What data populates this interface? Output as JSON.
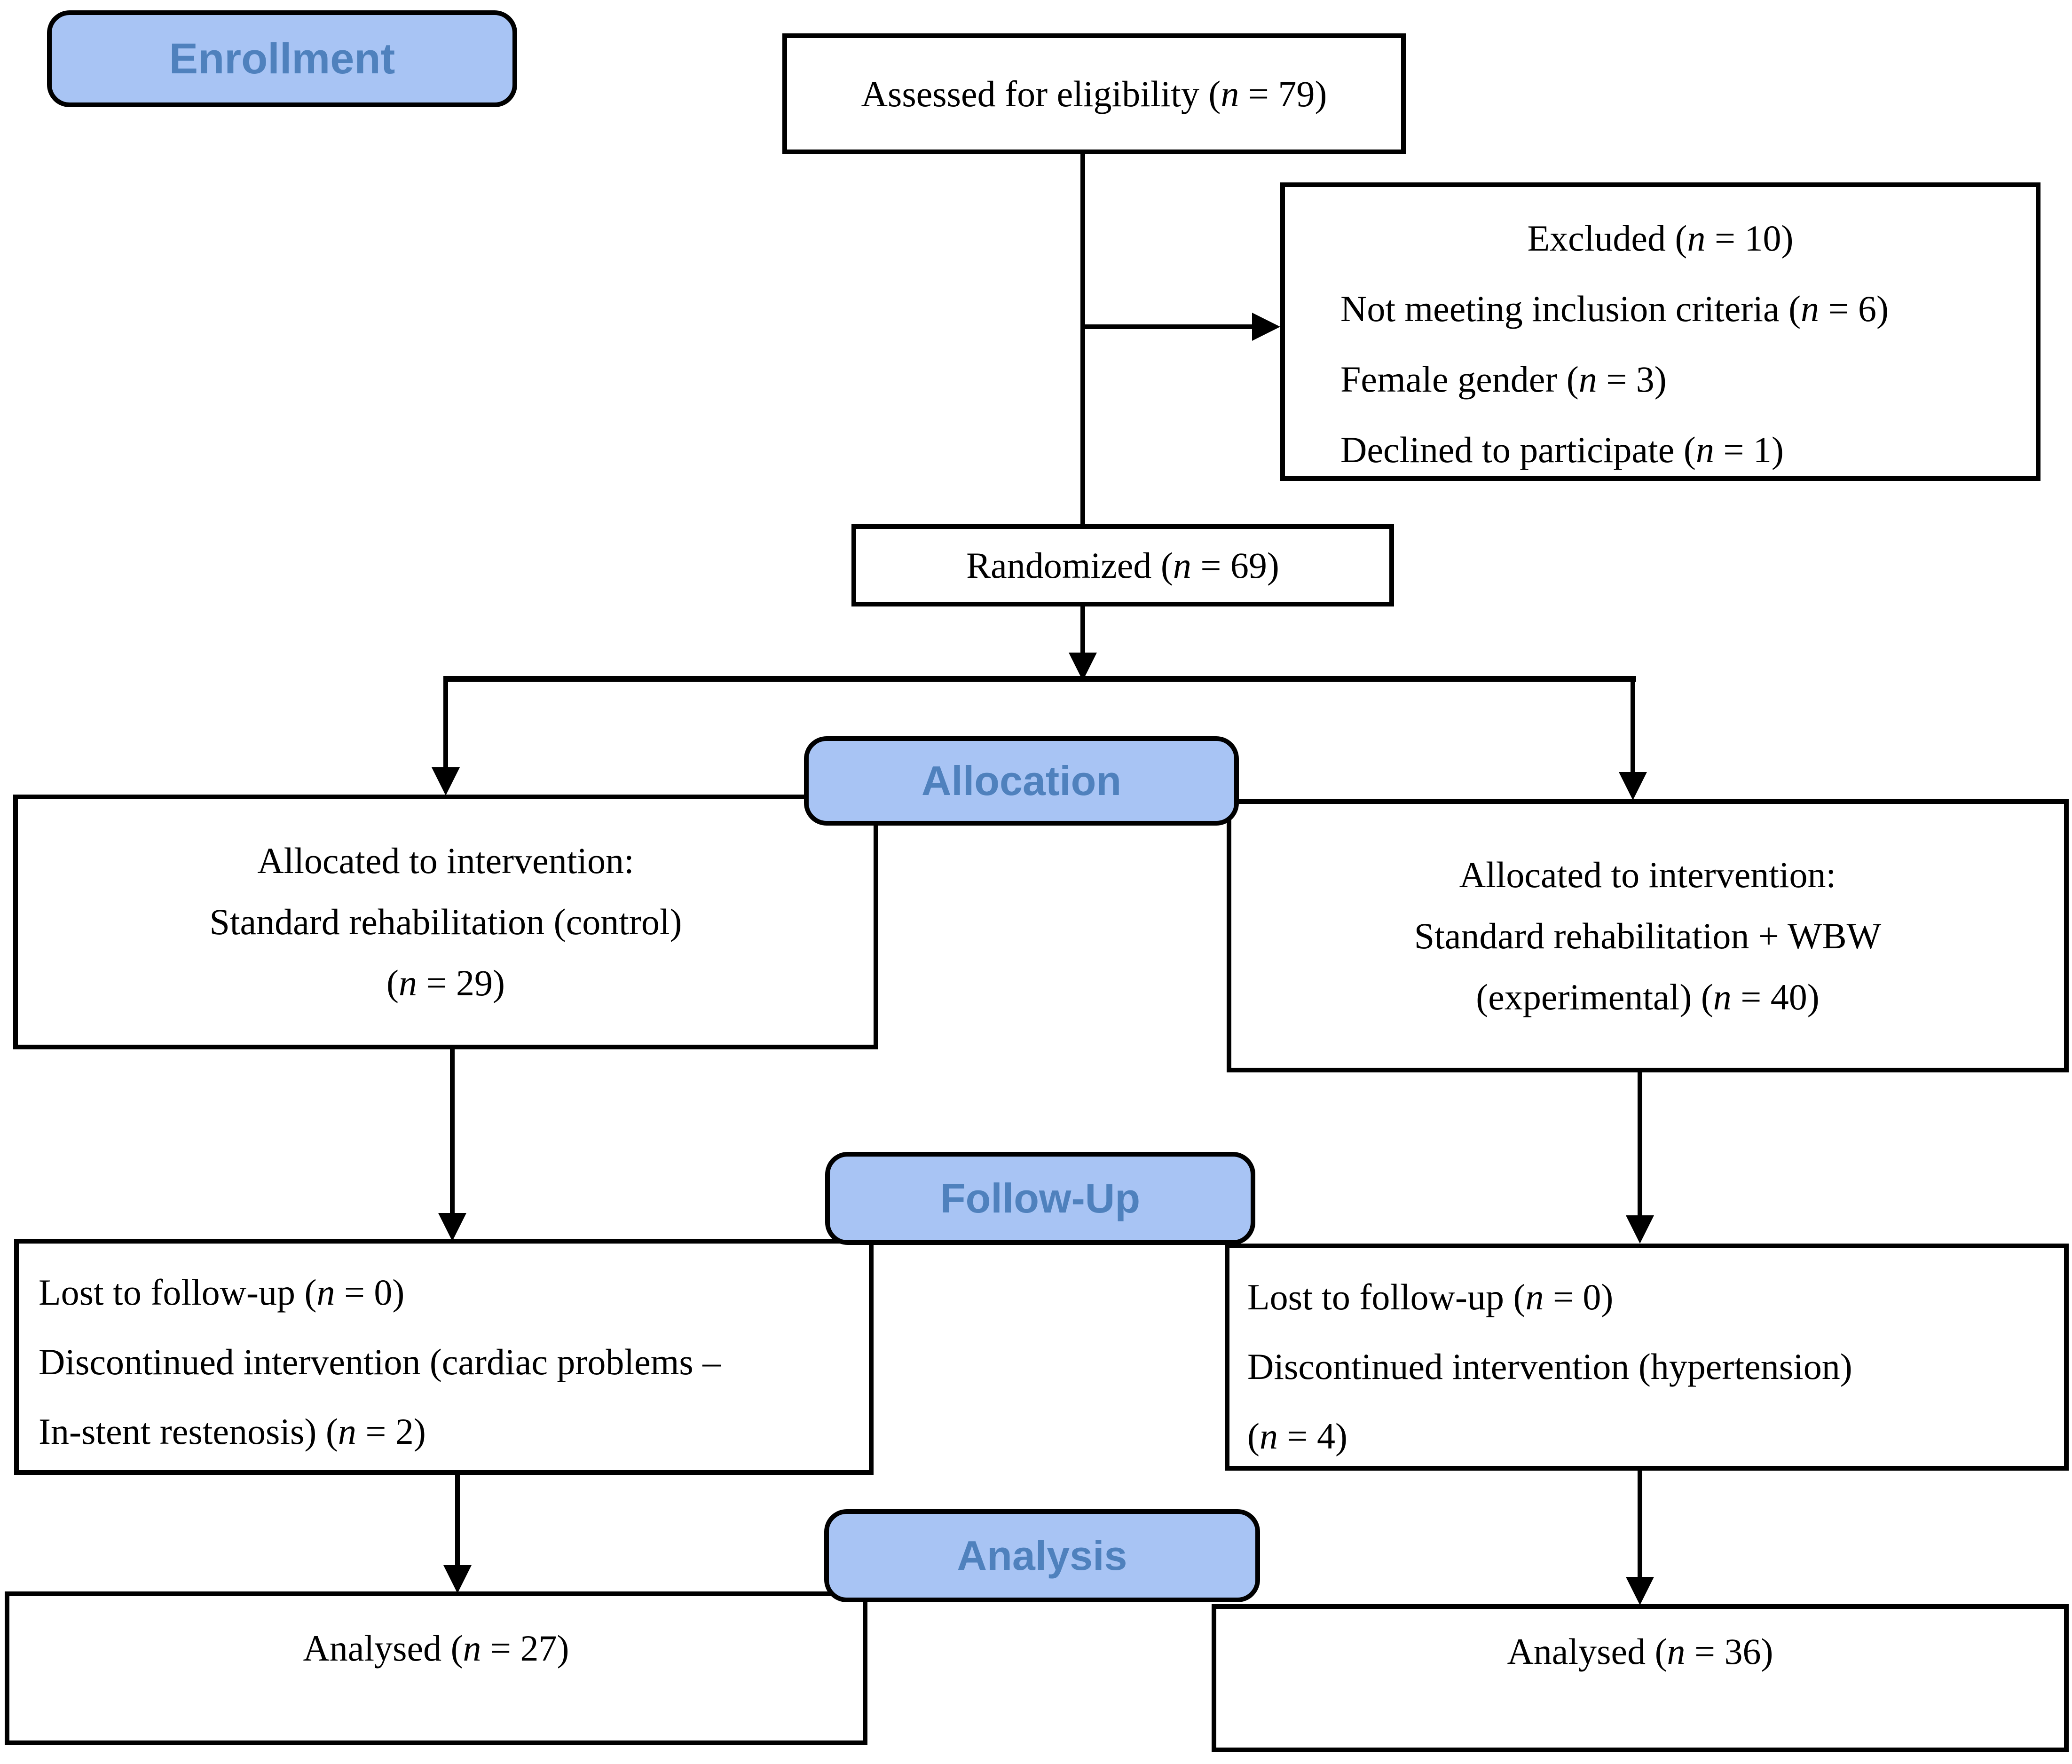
{
  "labels": {
    "enrollment": "Enrollment",
    "allocation": "Allocation",
    "follow_up": "Follow-Up",
    "analysis": "Analysis"
  },
  "boxes": {
    "assessed": {
      "lines": [
        "Assessed for eligibility (n = 79)"
      ]
    },
    "excluded": {
      "lines": [
        "Excluded (n = 10)",
        "Not meeting inclusion criteria (n = 6)",
        "Female gender (n = 3)",
        "Declined to participate (n = 1)"
      ]
    },
    "randomized": {
      "lines": [
        "Randomized (n = 69)"
      ]
    },
    "allocated_control": {
      "lines": [
        "Allocated to intervention:",
        "Standard rehabilitation (control)",
        "(n = 29)"
      ]
    },
    "allocated_experimental": {
      "lines": [
        "Allocated to intervention:",
        "Standard rehabilitation + WBW",
        "(experimental) (n = 40)"
      ]
    },
    "followup_control": {
      "lines": [
        "Lost to follow-up (n = 0)",
        "Discontinued intervention (cardiac problems –",
        "In-stent restenosis) (n = 2)"
      ]
    },
    "followup_experimental": {
      "lines": [
        "Lost to follow-up (n = 0)",
        "Discontinued intervention (hypertension)",
        "(n = 4)"
      ]
    },
    "analysed_control": {
      "lines": [
        "Analysed (n = 27)"
      ]
    },
    "analysed_experimental": {
      "lines": [
        "Analysed (n = 36)"
      ]
    }
  },
  "colors": {
    "label-fill": "#a8c4f4",
    "label-text": "#4f81bd",
    "line": "#000000",
    "box-bg": "#ffffff",
    "border": "#000000"
  }
}
